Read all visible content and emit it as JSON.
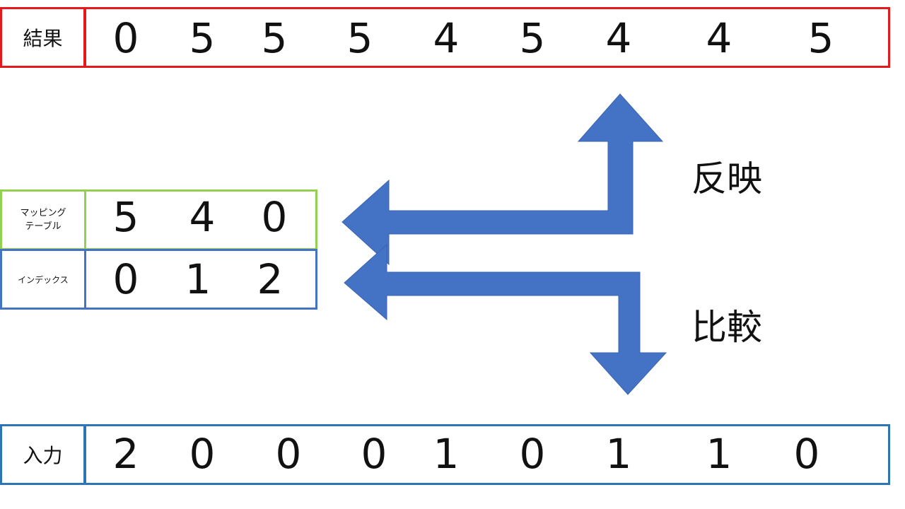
{
  "colors": {
    "result": "#E31A1C",
    "mapping": "#92D050",
    "index": "#4472C4",
    "input": "#2E75B6",
    "arrow": "#4472C4"
  },
  "result_row": {
    "label": "結果",
    "values": [
      "0",
      "5",
      "5",
      "5",
      "4",
      "5",
      "4",
      "4",
      "5"
    ]
  },
  "mapping_table": {
    "label_line1": "マッピング",
    "label_line2": "テーブル",
    "values": [
      "5",
      "4",
      "0"
    ]
  },
  "index_row": {
    "label": "インデックス",
    "values": [
      "0",
      "1",
      "2"
    ]
  },
  "input_row": {
    "label": "入力",
    "values": [
      "2",
      "0",
      "0",
      "0",
      "1",
      "0",
      "1",
      "1",
      "0"
    ]
  },
  "annotations": {
    "reflect": "反映",
    "compare": "比較"
  }
}
